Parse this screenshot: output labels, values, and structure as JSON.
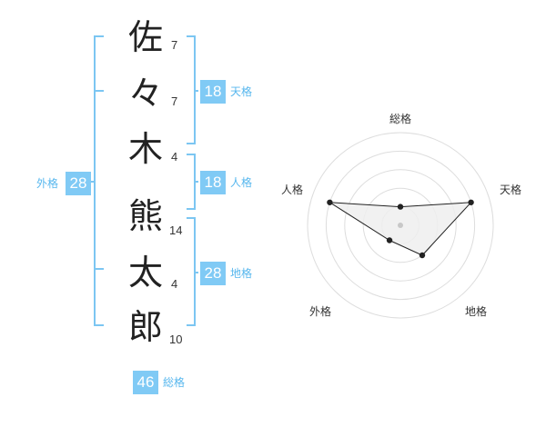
{
  "name": {
    "chars": [
      {
        "char": "佐",
        "strokes": "7"
      },
      {
        "char": "々",
        "strokes": "7"
      },
      {
        "char": "木",
        "strokes": "4"
      },
      {
        "char": "熊",
        "strokes": "14"
      },
      {
        "char": "太",
        "strokes": "4"
      },
      {
        "char": "郎",
        "strokes": "10"
      }
    ]
  },
  "fortunes": {
    "tenkaku": {
      "value": "18",
      "label": "天格"
    },
    "jinkaku": {
      "value": "18",
      "label": "人格"
    },
    "chikaku": {
      "value": "28",
      "label": "地格"
    },
    "gaikaku": {
      "value": "28",
      "label": "外格"
    },
    "soukaku": {
      "value": "46",
      "label": "総格"
    }
  },
  "chart_data": {
    "type": "radar",
    "axes": [
      "総格",
      "天格",
      "地格",
      "外格",
      "人格"
    ],
    "values": [
      1,
      4,
      2,
      1,
      4
    ],
    "rmax": 5,
    "colors": {
      "grid": "#dddddd",
      "fill": "#eeeeee",
      "line": "#222222"
    }
  },
  "colors": {
    "accent": "#80caf5",
    "bracket": "#7cc6f2",
    "accent_text": "#57b7ee"
  }
}
